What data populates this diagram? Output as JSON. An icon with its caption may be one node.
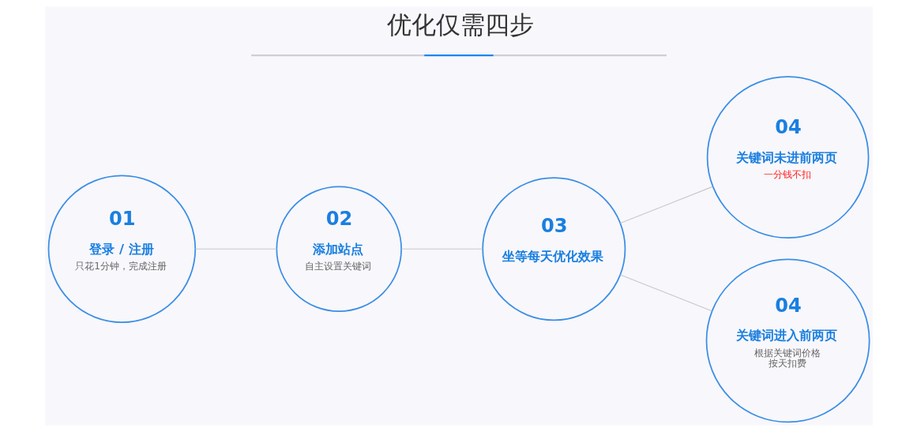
{
  "diagram": {
    "title": "优化仅需四步",
    "nodes": [
      {
        "text": [
          "01",
          "登录 / 注册",
          "只花1分钟，完成注册"
        ]
      },
      {
        "text": [
          "02",
          "添加站点",
          "自主设置关键词"
        ]
      },
      {
        "text": [
          "03",
          "坐等每天优化效果"
        ]
      },
      {
        "text": [
          "04",
          "关键词未进前两页",
          "一分钱不扣"
        ]
      },
      {
        "text": [
          "04",
          "关键词进入前两页",
          "根据关键词价格按天扣费"
        ]
      }
    ],
    "edges": [
      {
        "from": 0,
        "to": 1,
        "arrow": "none"
      },
      {
        "from": 1,
        "to": 2,
        "arrow": "none"
      },
      {
        "from": 2,
        "to": 3,
        "arrow": "none"
      },
      {
        "from": 2,
        "to": 4,
        "arrow": "none"
      }
    ]
  }
}
